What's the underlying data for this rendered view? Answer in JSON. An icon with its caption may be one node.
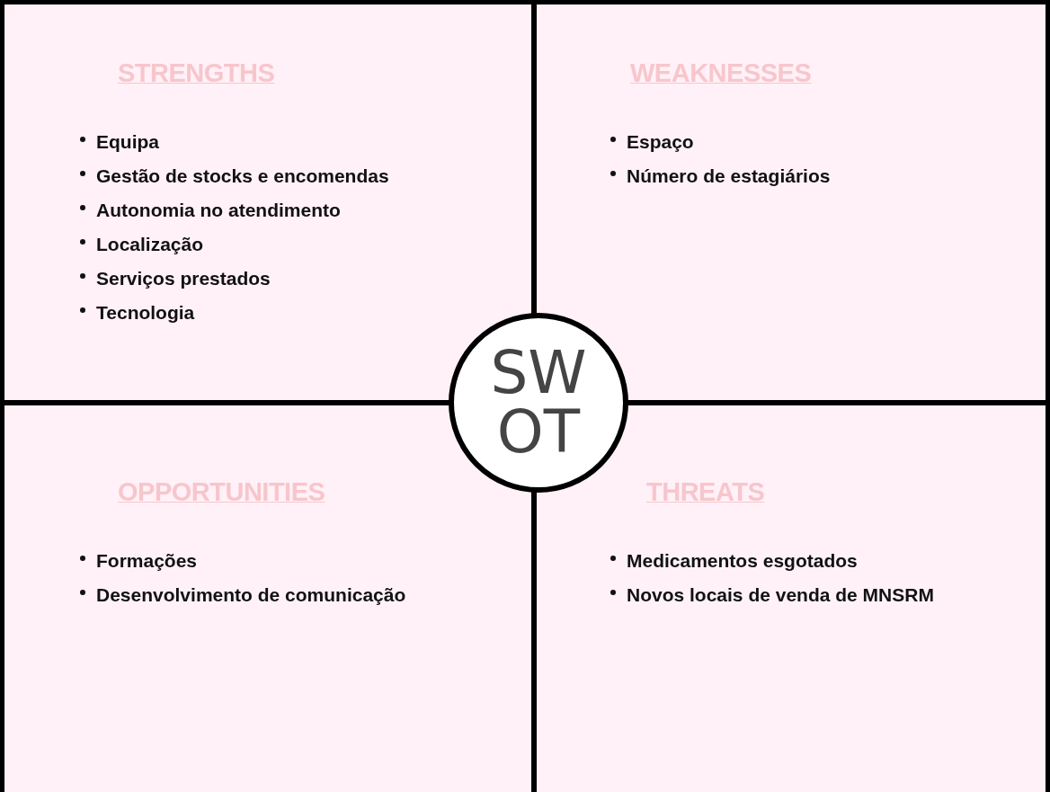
{
  "diagram": {
    "nodes": [
      {
        "text": [
          "STRENGTHS",
          "Equipa",
          "Gestão de stocks e encomendas",
          "Autonomia no atendimento",
          "Localização",
          "Serviços prestados",
          "Tecnologia"
        ]
      },
      {
        "text": [
          "WEAKNESSES",
          "Espaço",
          "Número de estagiários"
        ]
      },
      {
        "text": [
          "SW OT"
        ]
      },
      {
        "text": [
          "OPPORTUNITIES",
          "Formações",
          "Desenvolvimento de comunicação"
        ]
      },
      {
        "text": [
          "THREATS",
          "Medicamentos esgotados",
          "Novos locais de venda de MNSRM"
        ]
      }
    ],
    "edges": []
  }
}
